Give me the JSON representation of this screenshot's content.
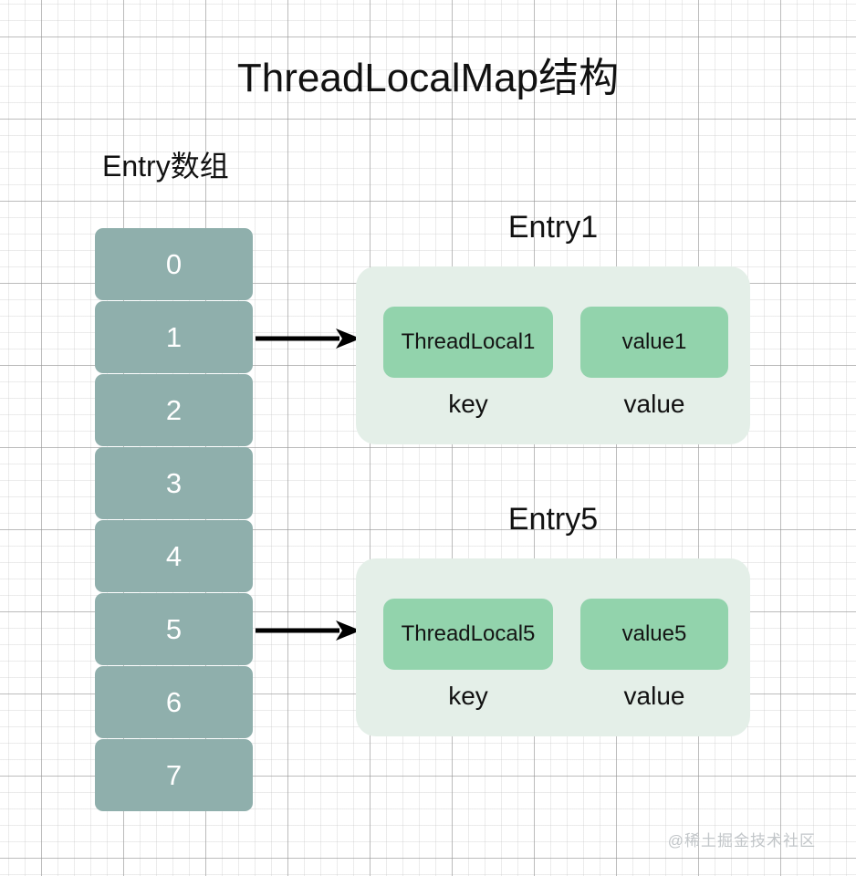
{
  "page": {
    "title": "ThreadLocalMap结构",
    "watermark": "@稀土掘金技术社区"
  },
  "array": {
    "label": "Entry数组",
    "cells": [
      {
        "index": "0"
      },
      {
        "index": "1"
      },
      {
        "index": "2"
      },
      {
        "index": "3"
      },
      {
        "index": "4"
      },
      {
        "index": "5"
      },
      {
        "index": "6"
      },
      {
        "index": "7"
      }
    ]
  },
  "entries": [
    {
      "title": "Entry1",
      "key_value": "ThreadLocal1",
      "value_value": "value1",
      "key_caption": "key",
      "value_caption": "value",
      "source_cell": "1"
    },
    {
      "title": "Entry5",
      "key_value": "ThreadLocal5",
      "value_value": "value5",
      "key_caption": "key",
      "value_caption": "value",
      "source_cell": "5"
    }
  ],
  "colors": {
    "array_cell": "#8fafac",
    "panel_background": "#e4efe8",
    "slot_background": "#92d3ac",
    "arrow": "#000000",
    "text": "#111111",
    "cell_text": "#ffffff",
    "watermark": "#c2c6c9",
    "grid_major": "#969696",
    "grid_minor": "#bebebe"
  }
}
